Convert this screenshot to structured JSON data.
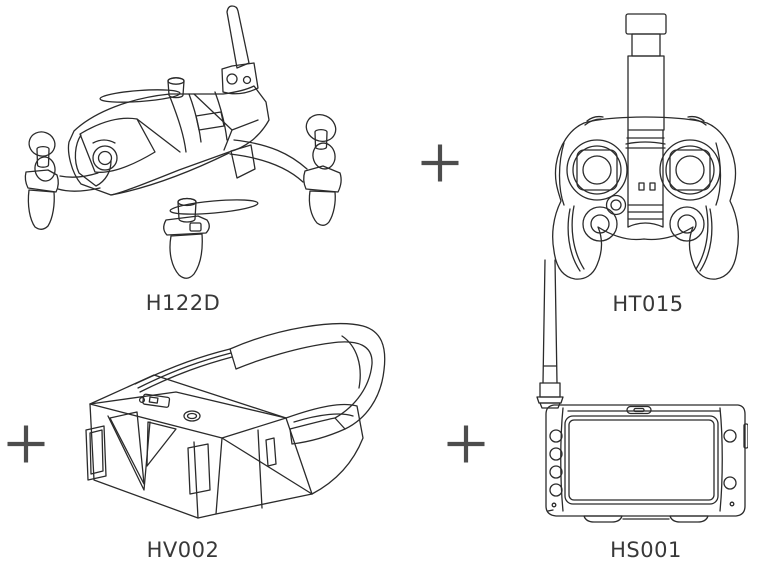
{
  "page": {
    "background": "#ffffff"
  },
  "colors": {
    "line_art": "#2b2b2b",
    "label_text": "#383838",
    "plus_sign": "#4d4d4d"
  },
  "products": [
    {
      "label": "H122D",
      "illustration": "racing-quadcopter-drone-line-art"
    },
    {
      "label": "HT015",
      "illustration": "remote-controller-transmitter-line-art"
    },
    {
      "label": "HV002",
      "illustration": "fpv-goggles-line-art"
    },
    {
      "label": "HS001",
      "illustration": "fpv-video-monitor-line-art"
    }
  ],
  "separators": [
    {
      "icon": "plus-icon",
      "glyph": "+"
    },
    {
      "icon": "plus-icon",
      "glyph": "+"
    },
    {
      "icon": "plus-icon",
      "glyph": "+"
    }
  ]
}
